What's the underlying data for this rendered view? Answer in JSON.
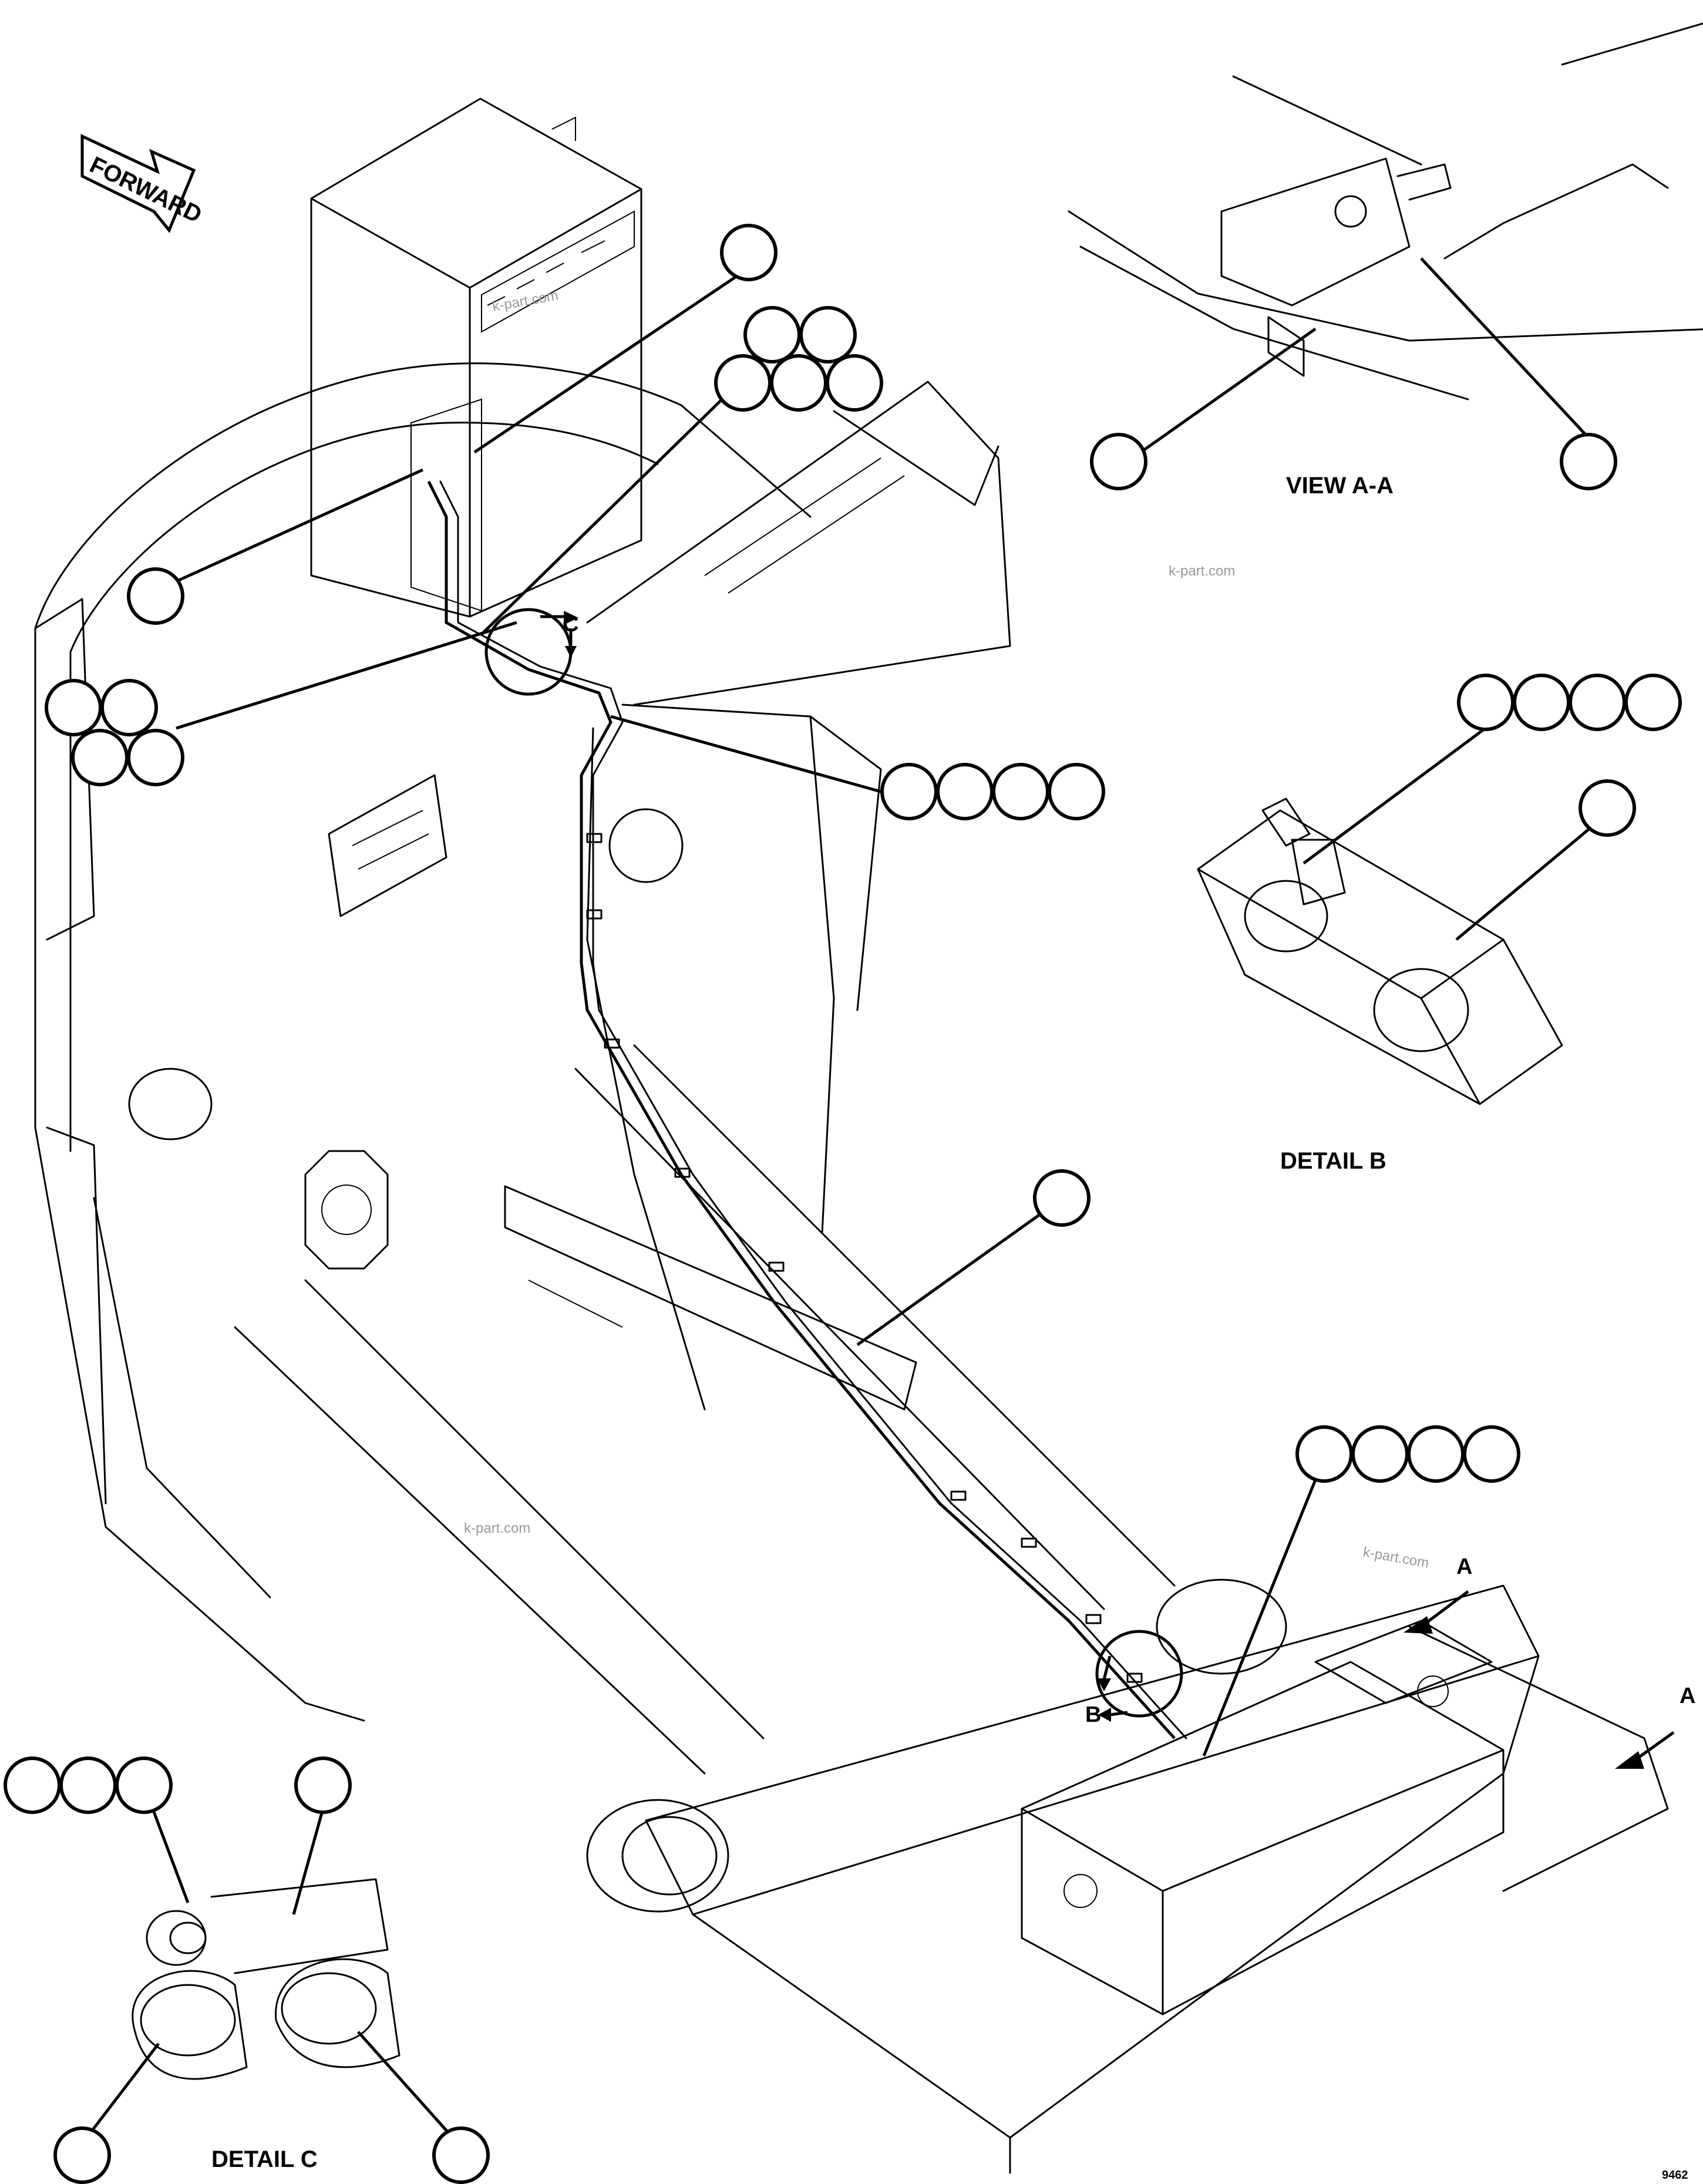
{
  "labels": {
    "forward": "FORWARD",
    "view_aa": "VIEW A-A",
    "detail_b": "DETAIL B",
    "detail_c": "DETAIL C",
    "marker_a1": "A",
    "marker_a2": "A",
    "marker_b": "B",
    "marker_c": "C",
    "drawing_code": "9462"
  },
  "watermark": "k-part.com",
  "icons": {
    "forward_arrow": "forward-arrow-icon",
    "callout": "callout-balloon-icon"
  }
}
